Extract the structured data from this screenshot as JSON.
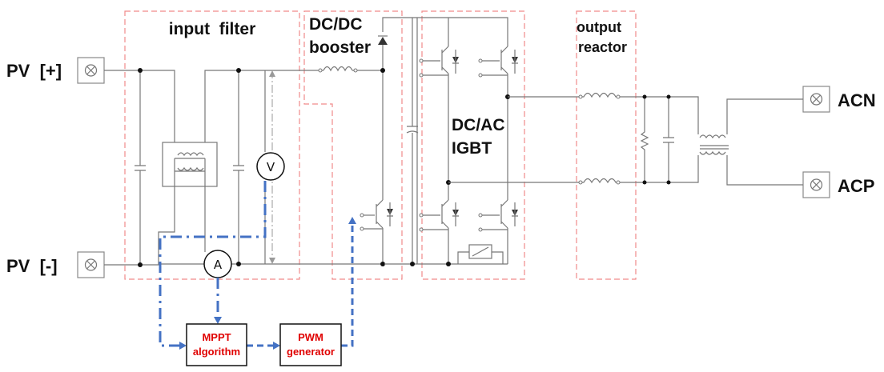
{
  "blocks": {
    "input_filter": "input  filter",
    "dcdc_line1": "DC/DC",
    "dcdc_line2": "booster",
    "dcac_line1": "DC/AC",
    "dcac_line2": "IGBT",
    "output_line1": "output",
    "output_line2": "reactor"
  },
  "terminals": {
    "pv_plus": "PV  [+]",
    "pv_minus": "PV  [-]",
    "acn": "ACN",
    "acp": "ACP"
  },
  "meters": {
    "voltmeter": "V",
    "ammeter": "A"
  },
  "controllers": {
    "mppt_line1": "MPPT",
    "mppt_line2": "algorithm",
    "pwm_line1": "PWM",
    "pwm_line2": "generator"
  },
  "colors": {
    "wire": "#777777",
    "block_border": "#f08a8a",
    "control_signal": "#4472c4",
    "controller_text": "#e00000"
  }
}
